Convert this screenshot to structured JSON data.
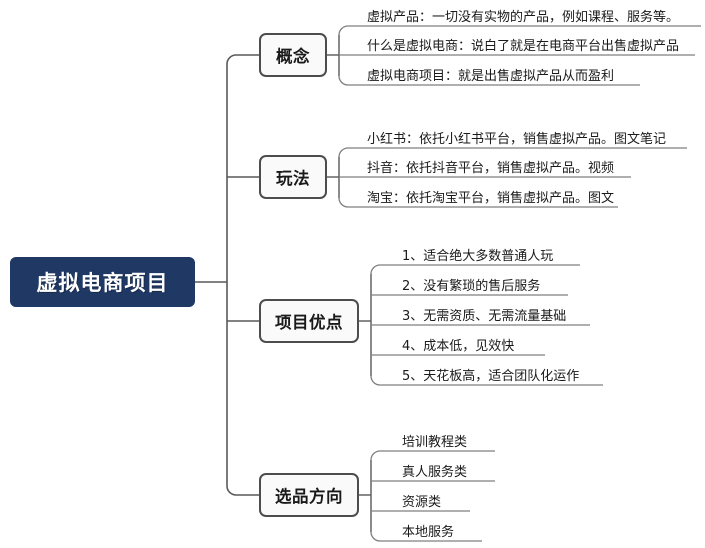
{
  "diagram": {
    "type": "mind-map",
    "title": "虚拟电商项目",
    "root": {
      "label": "虚拟电商项目",
      "color": "#1F3864",
      "text_color": "#FFFFFF"
    },
    "node_style": {
      "branch_fill": "#FAFAFA",
      "branch_border": "#4D4D4D",
      "connector_color": "#595959",
      "leaf_rule_color": "#7F7F7F"
    },
    "branches": [
      {
        "label": "概念",
        "leaves": [
          "虚拟产品：一切没有实物的产品，例如课程、服务等。",
          "什么是虚拟电商：说白了就是在电商平台出售虚拟产品",
          "虚拟电商项目：就是出售虚拟产品从而盈利"
        ]
      },
      {
        "label": "玩法",
        "leaves": [
          "小红书：依托小红书平台，销售虚拟产品。图文笔记",
          "抖音：依托抖音平台，销售虚拟产品。视频",
          "淘宝：依托淘宝平台，销售虚拟产品。图文"
        ]
      },
      {
        "label": "项目优点",
        "leaves": [
          "1、适合绝大多数普通人玩",
          "2、没有繁琐的售后服务",
          "3、无需资质、无需流量基础",
          "4、成本低，见效快",
          "5、天花板高，适合团队化运作"
        ]
      },
      {
        "label": "选品方向",
        "leaves": [
          "培训教程类",
          "真人服务类",
          "资源类",
          "本地服务"
        ]
      }
    ]
  }
}
